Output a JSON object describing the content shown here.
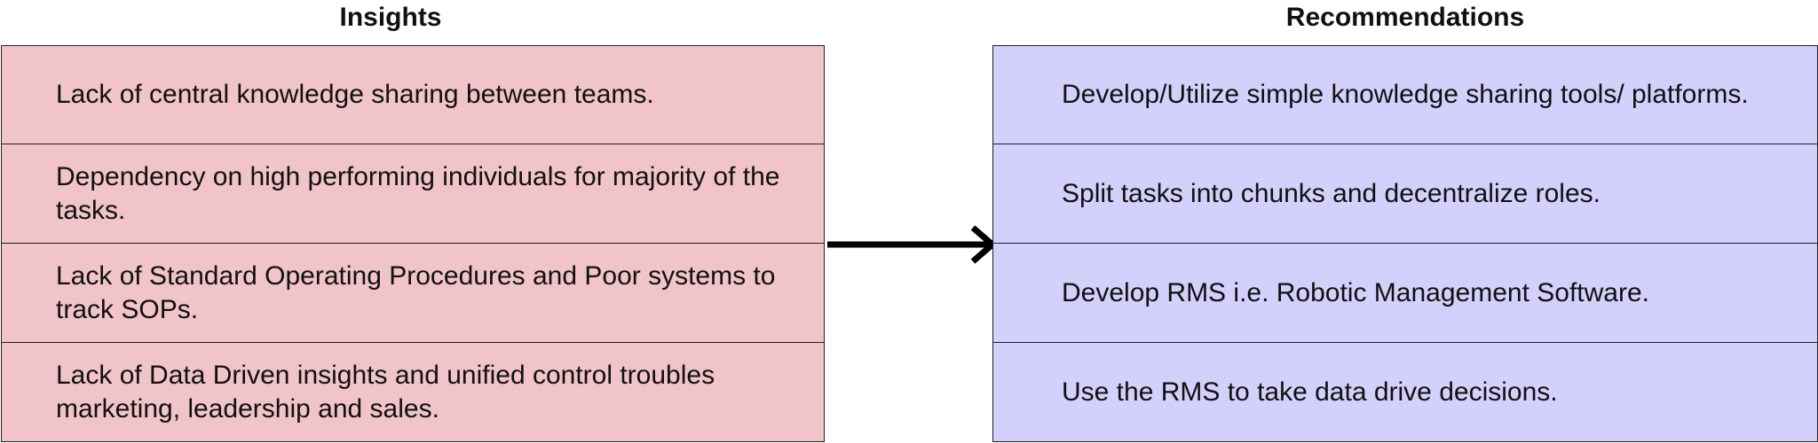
{
  "insights": {
    "title": "Insights",
    "items": [
      "Lack of central knowledge sharing between teams.",
      "Dependency on high performing individuals for majority of the tasks.",
      "Lack of Standard Operating Procedures and Poor systems to track SOPs.",
      "Lack of Data Driven insights and unified control troubles marketing, leadership and sales."
    ]
  },
  "recommendations": {
    "title": "Recommendations",
    "items": [
      "Develop/Utilize simple knowledge sharing tools/ platforms.",
      "Split tasks into chunks and decentralize roles.",
      "Develop RMS i.e. Robotic Management Software.",
      "Use the RMS to take data drive decisions."
    ]
  },
  "colors": {
    "insight_fill": "#f0c4c8",
    "recommendation_fill": "#d3d0fb",
    "border": "#222222",
    "arrow": "#000000"
  }
}
